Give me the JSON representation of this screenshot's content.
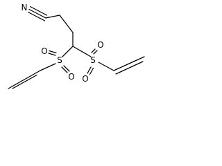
{
  "molecule": {
    "atom_labels": {
      "nitrile_nitrogen": "N",
      "left_sulfur": "S",
      "right_sulfur": "S",
      "left_oxygen_top": "O",
      "left_oxygen_bottom": "O",
      "right_oxygen_top": "O",
      "right_oxygen_bottom": "O"
    },
    "colors": {
      "bond": "#000000",
      "label": "#000000",
      "background": "#ffffff"
    }
  }
}
